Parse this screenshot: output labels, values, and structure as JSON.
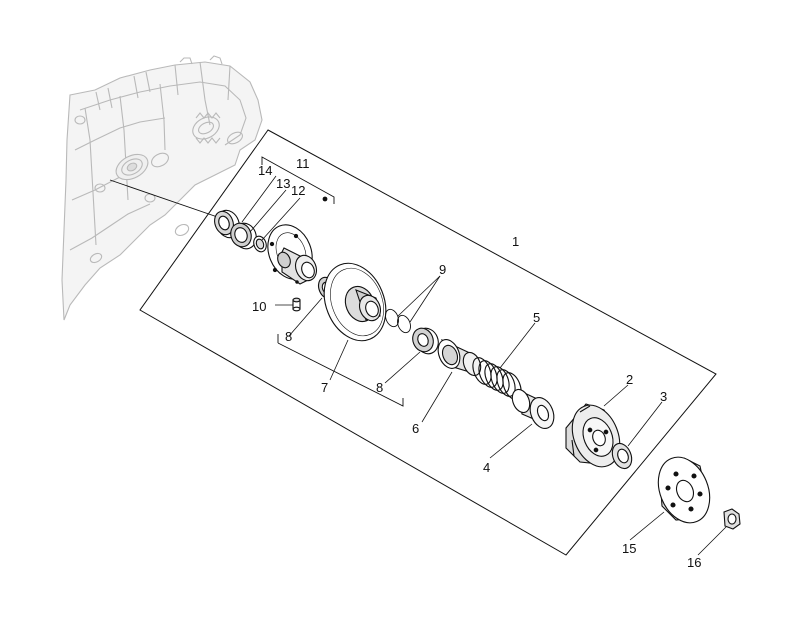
{
  "callouts": {
    "c1": "1",
    "c2": "2",
    "c3": "3",
    "c4": "4",
    "c5": "5",
    "c6": "6",
    "c7": "7",
    "c8a": "8",
    "c8b": "8",
    "c9": "9",
    "c10": "10",
    "c11": "11",
    "c12": "12",
    "c13": "13",
    "c14": "14",
    "c15": "15",
    "c16": "16"
  },
  "colors": {
    "line": "#111111",
    "ghost": "#b9b9b9",
    "ghost_fill": "#f3f3f3",
    "paper": "#ffffff"
  }
}
